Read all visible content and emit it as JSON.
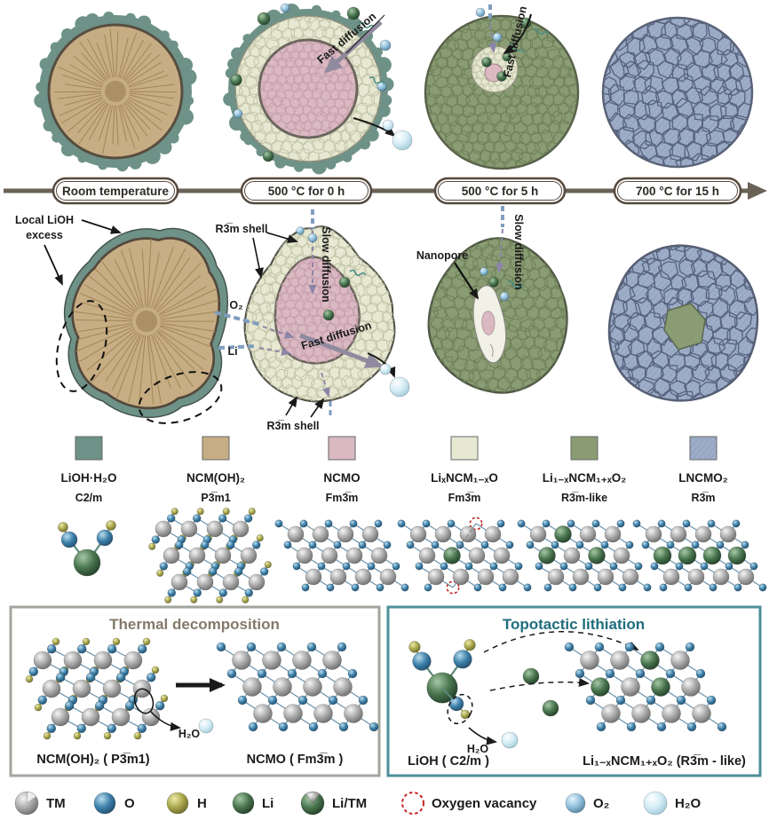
{
  "figure": {
    "type": "synthesis-mechanism-schematic"
  },
  "timeline": {
    "stages": [
      {
        "label": "Room temperature"
      },
      {
        "label": "500 °C for 0 h"
      },
      {
        "label": "500 °C for 5 h"
      },
      {
        "label": "700 °C for 15 h"
      }
    ]
  },
  "annotations": {
    "local_lioh_line1": "Local LiOH",
    "local_lioh_line2": "excess",
    "r3m_shell": "R3̅m shell",
    "slow_diffusion": "Slow diffusion",
    "fast_diffusion": "Fast diffusion",
    "o2": "O₂",
    "li": "Li",
    "nanopore": "Nanopore"
  },
  "legend": {
    "items": [
      {
        "formula": "LiOH·H₂O",
        "space_group": "C2/m",
        "color": "#6e9288"
      },
      {
        "formula": "NCM(OH)₂",
        "space_group": "P3̅m1",
        "color": "#c7ad83"
      },
      {
        "formula": "NCMO",
        "space_group": "Fm3̅m",
        "color": "#dab9c2"
      },
      {
        "formula": "LiₓNCM₁₋ₓO",
        "space_group": "Fm3̅m",
        "color": "#e7e8d2"
      },
      {
        "formula": "Li₁₋ₓNCM₁₊ₓO₂",
        "space_group": "R3̅m-like",
        "color": "#8a9c73"
      },
      {
        "formula": "LNCMO₂",
        "space_group": "R3̅m",
        "color": "#9dadc8"
      }
    ]
  },
  "panels": {
    "thermal": {
      "title": "Thermal decomposition",
      "reactant": "NCM(OH)₂ ( P3̅m1)",
      "product": "NCMO ( Fm3̅m )",
      "byproduct": "H₂O"
    },
    "topotactic": {
      "title": "Topotactic lithiation",
      "reactant": "LiOH ( C2/m )",
      "product": "Li₁₋ₓNCM₁₊ₓO₂ (R3̅m - like)",
      "byproduct": "H₂O"
    }
  },
  "atom_legend": {
    "items": [
      {
        "label": "TM"
      },
      {
        "label": "O"
      },
      {
        "label": "H"
      },
      {
        "label": "Li"
      },
      {
        "label": "Li/TM"
      },
      {
        "label": "Oxygen vacancy"
      },
      {
        "label": "O₂"
      },
      {
        "label": "H₂O"
      }
    ]
  },
  "colors": {
    "timeline": "#6b6257",
    "annotation_arrow": "#8f8a9e",
    "diffusion_dash": "#8b85a8",
    "gas_line": "#7e9dbf",
    "vacancy": "#c42525",
    "panel_thermal_border": "#a0a69e",
    "panel_topotactic_border": "#4e8f9b"
  }
}
